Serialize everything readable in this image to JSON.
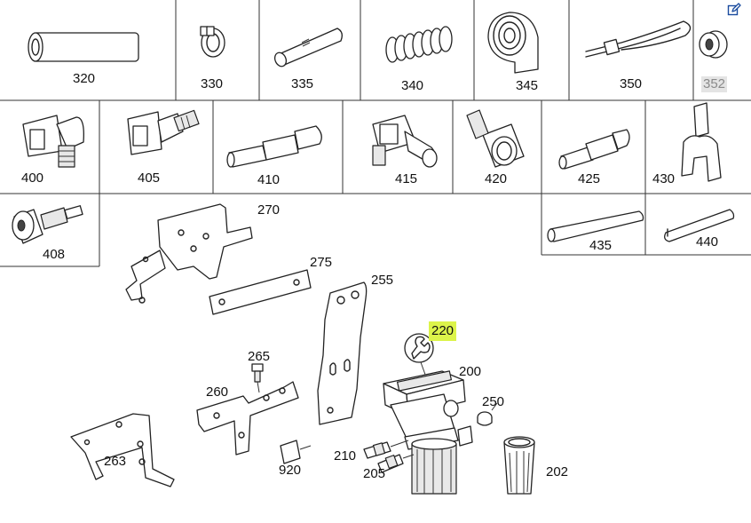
{
  "labels": {
    "p320": "320",
    "p330": "330",
    "p335": "335",
    "p340": "340",
    "p345": "345",
    "p350": "350",
    "p352": "352",
    "p400": "400",
    "p405": "405",
    "p410": "410",
    "p415": "415",
    "p420": "420",
    "p425": "425",
    "p430": "430",
    "p408": "408",
    "p435": "435",
    "p440": "440",
    "p270": "270",
    "p275": "275",
    "p255": "255",
    "p220": "220",
    "p265": "265",
    "p200": "200",
    "p260": "260",
    "p250": "250",
    "p263": "263",
    "p210": "210",
    "p920": "920",
    "p205": "205",
    "p202": "202"
  },
  "colors": {
    "highlight": "#dcf44a",
    "disabled_bg": "#e4e4e4",
    "disabled_text": "#8a8a8a",
    "line": "#222222"
  },
  "icons": {
    "edit": "edit-icon"
  }
}
